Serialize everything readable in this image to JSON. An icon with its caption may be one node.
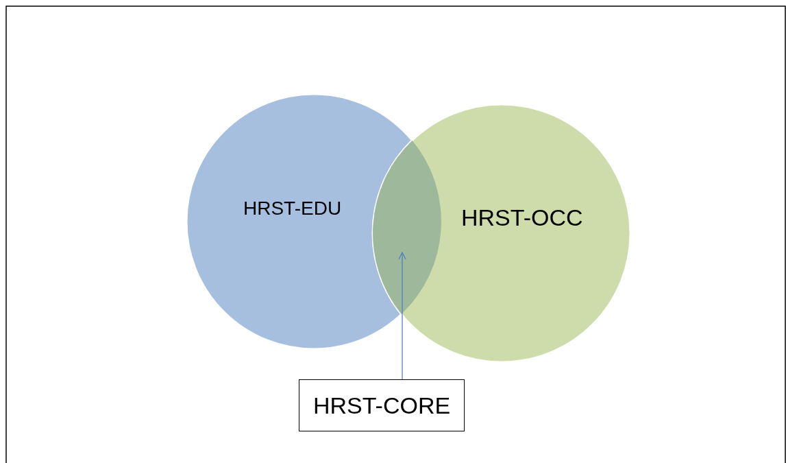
{
  "diagram": {
    "nodes": [
      {
        "text": [
          "HRST-EDU"
        ]
      },
      {
        "text": [
          "HRST-OCC"
        ]
      },
      {
        "text": [
          "HRST-CORE"
        ]
      },
      {
        "text": [],
        "shape": "lens"
      }
    ],
    "edges": [
      {
        "from": 2,
        "to": 3,
        "arrow": "to"
      }
    ]
  }
}
